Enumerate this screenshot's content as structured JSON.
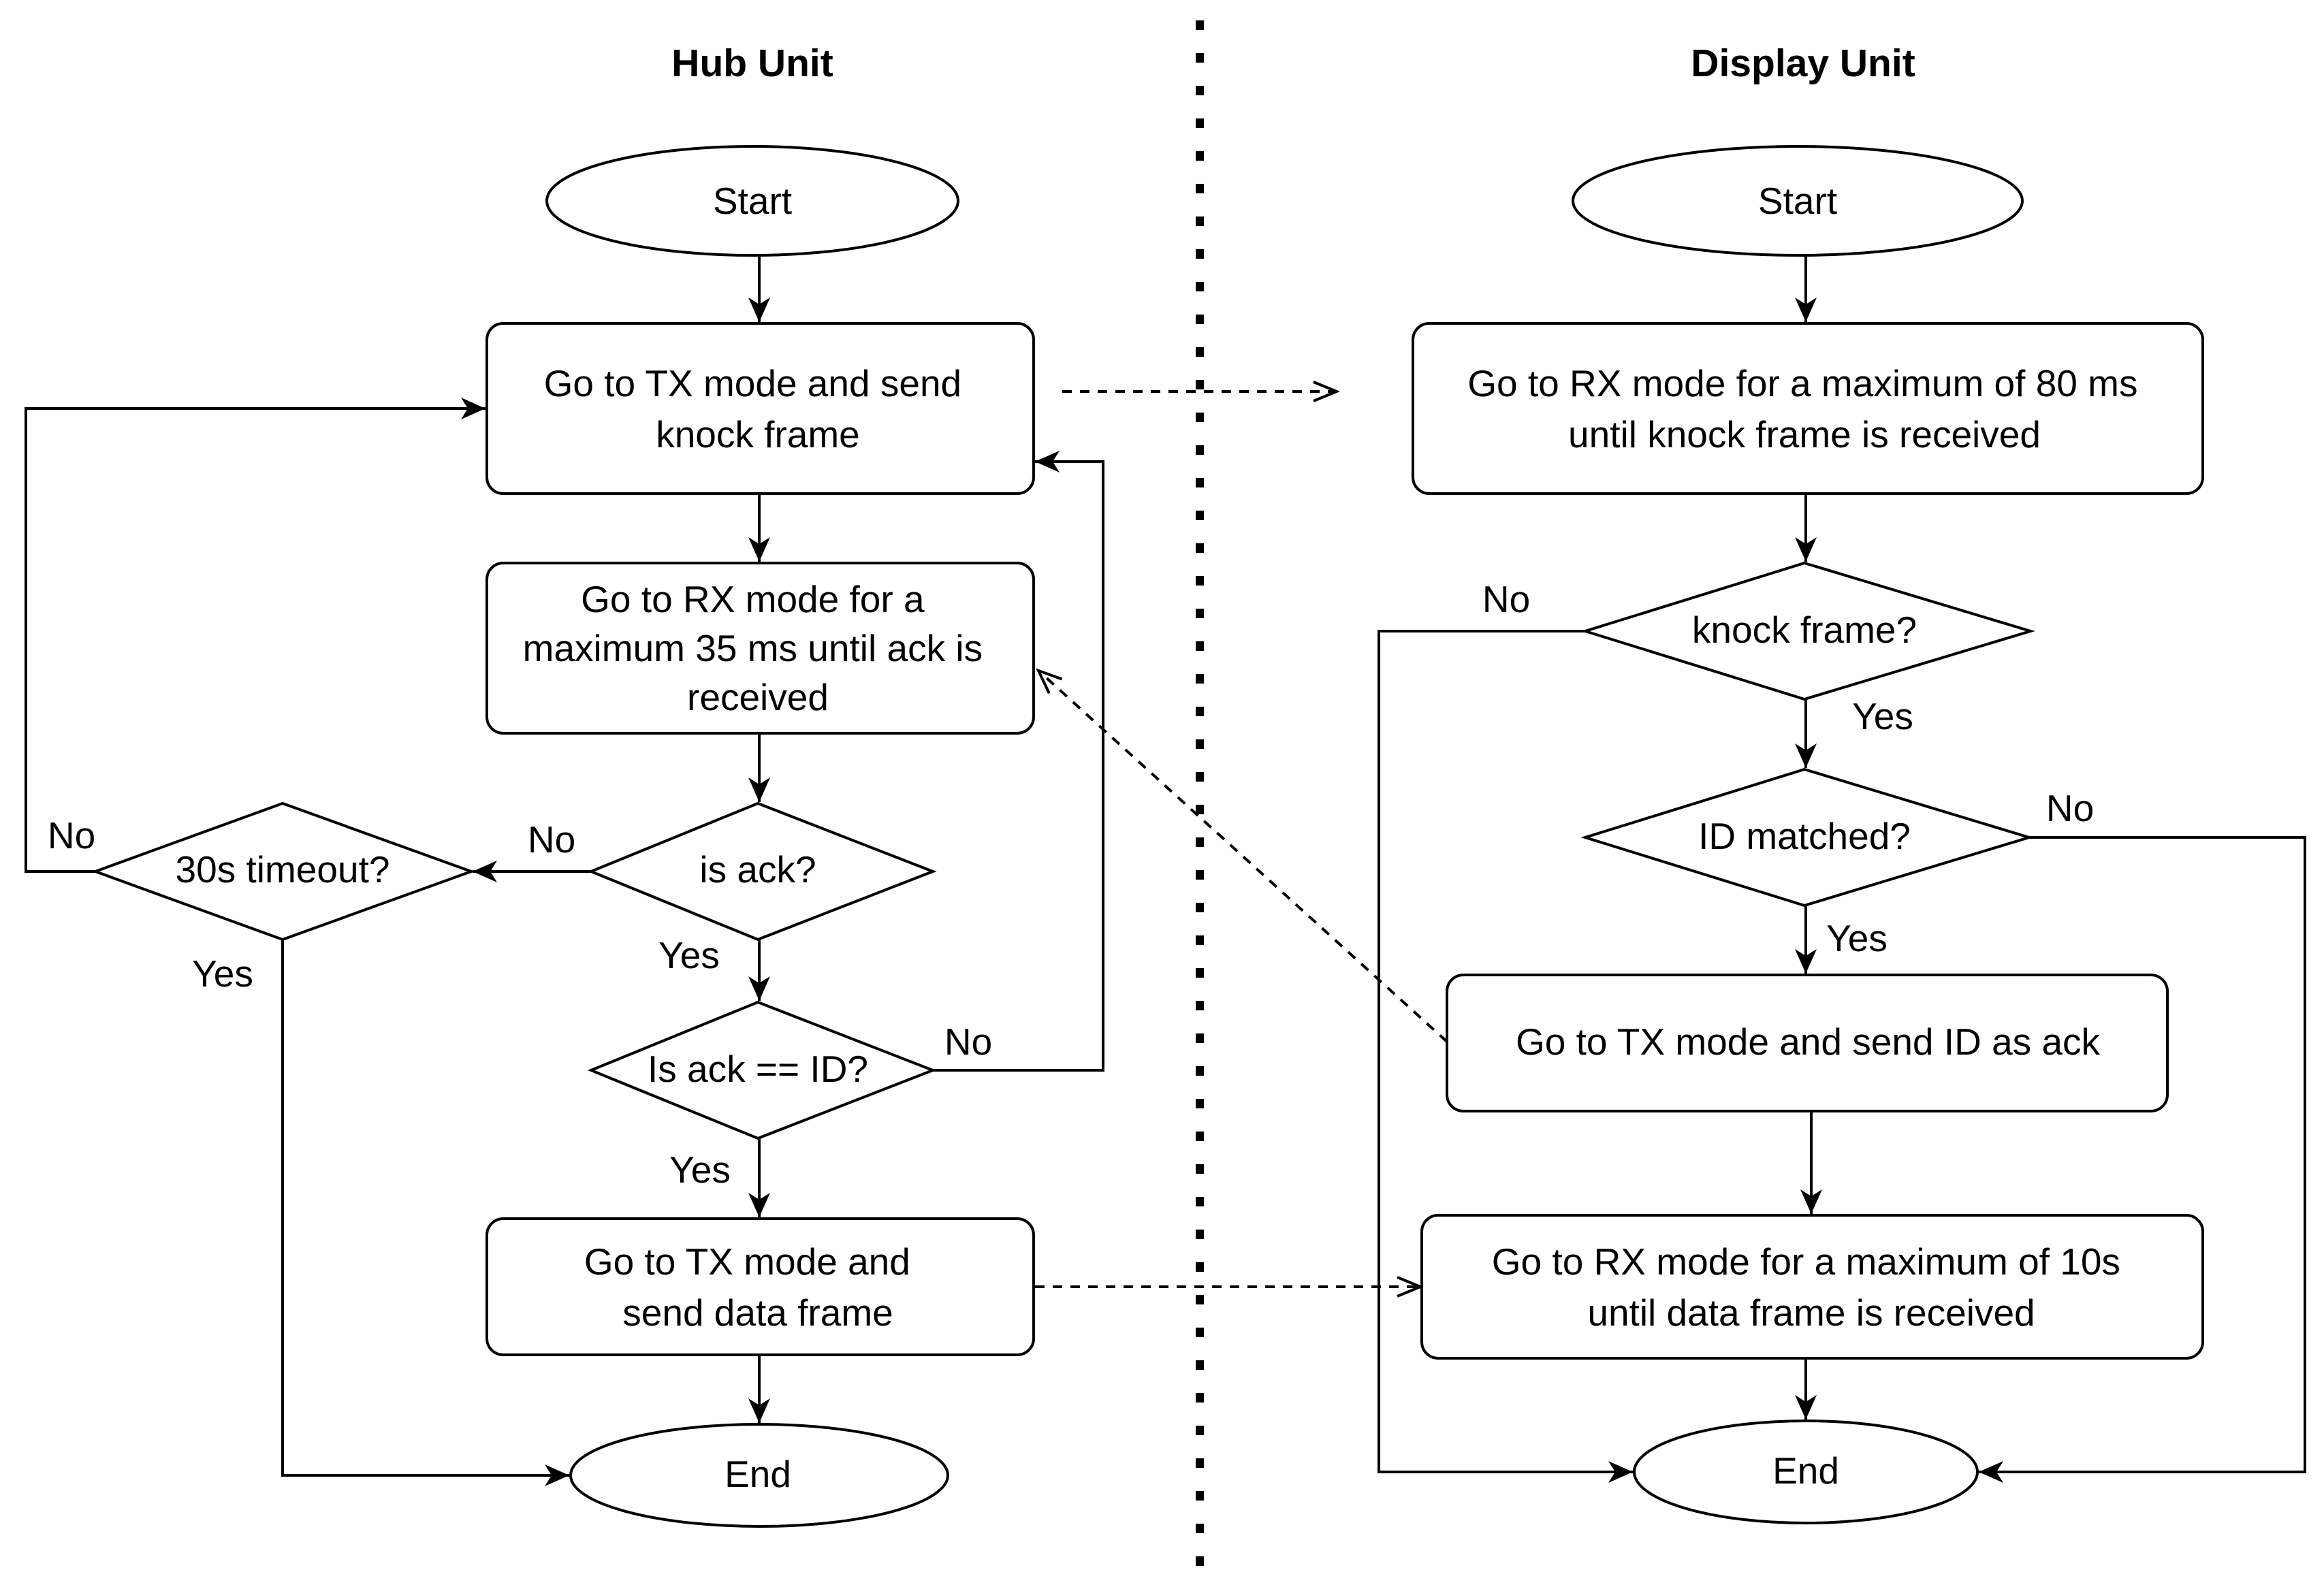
{
  "titles": {
    "hub": "Hub Unit",
    "display": "Display Unit"
  },
  "hub": {
    "start": "Start",
    "send_knock": [
      "Go to TX mode and send",
      "knock frame"
    ],
    "wait_ack": [
      "Go to RX mode for a",
      "maximum 35 ms until ack is",
      "received"
    ],
    "is_ack": "is ack?",
    "timeout": "30s timeout?",
    "ack_eq_id": "Is ack == ID?",
    "send_data": [
      "Go to TX mode and",
      "send data frame"
    ],
    "end": "End"
  },
  "display": {
    "start": "Start",
    "wait_knock": [
      "Go to RX mode for a maximum of 80 ms",
      "until knock frame is received"
    ],
    "knock_frame": "knock frame?",
    "id_matched": "ID matched?",
    "send_ack": "Go to TX mode and send ID as ack",
    "wait_data": [
      "Go to RX mode for a maximum of 10s",
      "until data frame is received"
    ],
    "end": "End"
  },
  "edge_labels": {
    "is_ack_no": "No",
    "is_ack_yes": "Yes",
    "timeout_no": "No",
    "timeout_yes": "Yes",
    "ack_eq_id_no": "No",
    "ack_eq_id_yes": "Yes",
    "knock_no": "No",
    "knock_yes": "Yes",
    "id_no": "No",
    "id_yes": "Yes"
  }
}
